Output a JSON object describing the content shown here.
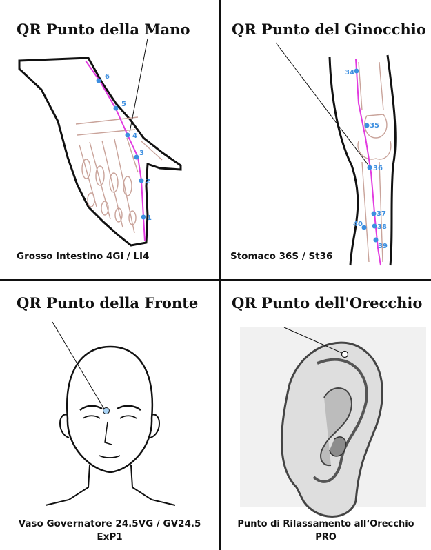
{
  "cells": [
    {
      "title": "QR Punto della Mano",
      "caption": "Grosso Intestino 4Gi / LI4",
      "points": [
        "6",
        "5",
        "4",
        "3",
        "2",
        "1"
      ]
    },
    {
      "title": "QR Punto del Ginocchio",
      "caption": "Stomaco 36S / St36",
      "points": [
        "34",
        "35",
        "36",
        "37",
        "38",
        "39",
        "40"
      ]
    },
    {
      "title": "QR Punto della Fronte",
      "caption_line1": "Vaso Governatore 24.5VG / GV24.5",
      "caption_line2": "ExP1"
    },
    {
      "title": "QR Punto dell'Orecchio",
      "caption_line1": "Punto di Rilassamento all‘Orecchio",
      "caption_line2": "PRO"
    }
  ],
  "colors": {
    "meridian": "#e23be0",
    "point": "#3d8fe0",
    "line": "#111111"
  }
}
